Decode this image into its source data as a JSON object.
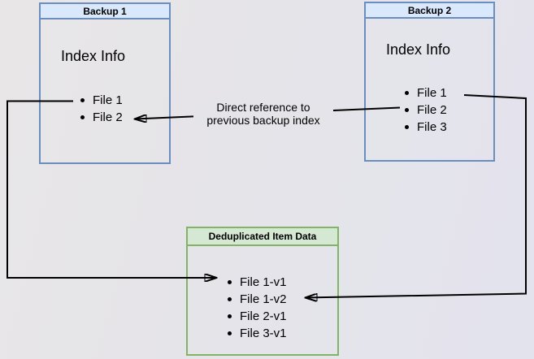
{
  "boxes": {
    "backup1": {
      "title": "Backup 1",
      "subtitle": "Index Info",
      "files": [
        "File 1",
        "File 2"
      ]
    },
    "backup2": {
      "title": "Backup 2",
      "subtitle": "Index Info",
      "files": [
        "File 1",
        "File 2",
        "File 3"
      ]
    },
    "dedup": {
      "title": "Deduplicated Item Data",
      "files": [
        "File 1-v1",
        "File 1-v2",
        "File 2-v1",
        "File 3-v1"
      ]
    }
  },
  "edge_label": {
    "line1": "Direct reference to",
    "line2": "previous backup index"
  },
  "colors": {
    "node_blue_fill": "#dae8fc",
    "node_blue_border": "#6c8ebf",
    "node_green_fill": "#d5e8d4",
    "node_green_border": "#82b366",
    "arrow": "#000000",
    "text": "#000000"
  }
}
